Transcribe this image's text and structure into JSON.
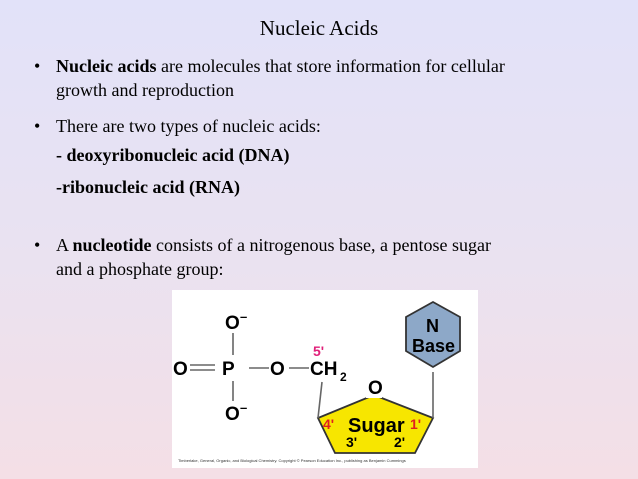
{
  "slide": {
    "title": "Nucleic Acids",
    "bullet1_bold": "Nucleic acids",
    "bullet1_rest": " are molecules that store information for cellular",
    "bullet1_line2": "growth and reproduction",
    "bullet2": "There are two types of nucleic acids:",
    "sub1": "- deoxyribonucleic acid (DNA)",
    "sub2": "-ribonucleic acid (RNA)",
    "bullet3_pre": "A ",
    "bullet3_bold": "nucleotide",
    "bullet3_rest": " consists of a nitrogenous base, a pentose sugar",
    "bullet3_line2": "and a phosphate group:",
    "bullet_glyph": "•"
  },
  "figure": {
    "phosphate": {
      "o_top": "O",
      "o_top_charge": "–",
      "o_left": "O",
      "p": "P",
      "o_right": "O",
      "o_bottom": "O",
      "o_bottom_charge": "–"
    },
    "ch2": "CH",
    "ch2_sub": "2",
    "c5_label": "5'",
    "ring_o": "O",
    "sugar": "Sugar",
    "c1": "1'",
    "c2": "2'",
    "c3": "3'",
    "c4": "4'",
    "base_n": "N",
    "base_word": "Base",
    "credit": "Timberlake, General, Organic, and Biological Chemistry. Copyright © Pearson Education Inc., publishing as Benjamin Cummings",
    "colors": {
      "sugar_fill": "#f7e600",
      "base_fill": "#8da8c8",
      "label_magenta": "#e0207a",
      "label_red": "#e02020"
    }
  }
}
